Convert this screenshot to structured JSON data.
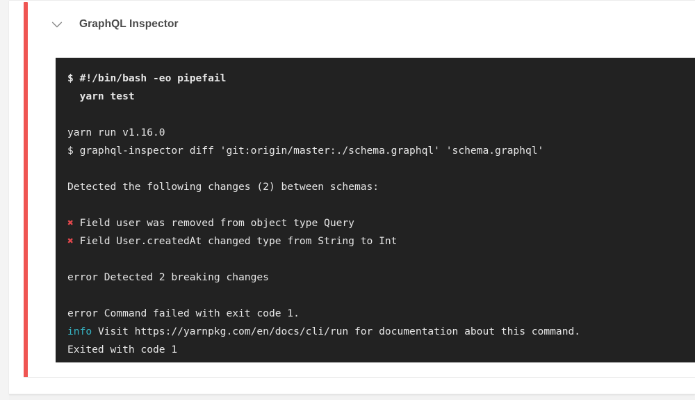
{
  "theme": {
    "page_background": "#f2f2f2",
    "card_background": "#ffffff",
    "accent_color": "#ef5552",
    "terminal_background": "#222222",
    "terminal_text": "#e6e6e6",
    "error_color": "#d9555a",
    "info_color": "#36b5c5",
    "mark_color": "#e5484d",
    "title_color": "#4a4a4a"
  },
  "header": {
    "collapse_icon": "chevron-down-icon",
    "title": "GraphQL Inspector"
  },
  "terminal": {
    "lines": [
      {
        "id": "cmd-shebang",
        "style": "bold",
        "segments": [
          {
            "text": "$ #!/bin/bash -eo pipefail",
            "token": "plain"
          }
        ]
      },
      {
        "id": "cmd-yarn-test",
        "style": "bold",
        "segments": [
          {
            "text": "  yarn test",
            "token": "plain"
          }
        ]
      },
      {
        "id": "spacer-1",
        "style": "blank",
        "segments": [
          {
            "text": " ",
            "token": "plain"
          }
        ]
      },
      {
        "id": "yarn-version",
        "style": "normal",
        "segments": [
          {
            "text": "yarn run v1.16.0",
            "token": "plain"
          }
        ]
      },
      {
        "id": "cmd-inspector-diff",
        "style": "normal",
        "segments": [
          {
            "text": "$ graphql-inspector diff 'git:origin/master:./schema.graphql' 'schema.graphql'",
            "token": "plain"
          }
        ]
      },
      {
        "id": "spacer-2",
        "style": "blank",
        "segments": [
          {
            "text": " ",
            "token": "plain"
          }
        ]
      },
      {
        "id": "detected-summary",
        "style": "normal",
        "segments": [
          {
            "text": "Detected the following changes (2) between schemas:",
            "token": "plain"
          }
        ]
      },
      {
        "id": "spacer-3",
        "style": "blank",
        "segments": [
          {
            "text": " ",
            "token": "plain"
          }
        ]
      },
      {
        "id": "change-1",
        "style": "normal",
        "segments": [
          {
            "text": "✖",
            "token": "mark"
          },
          {
            "text": " Field user was removed from object type Query",
            "token": "plain"
          }
        ]
      },
      {
        "id": "change-2",
        "style": "normal",
        "segments": [
          {
            "text": "✖",
            "token": "mark"
          },
          {
            "text": " Field User.createdAt changed type from String to Int",
            "token": "plain"
          }
        ]
      },
      {
        "id": "spacer-4",
        "style": "blank",
        "segments": [
          {
            "text": " ",
            "token": "plain"
          }
        ]
      },
      {
        "id": "error-breaking",
        "style": "normal",
        "segments": [
          {
            "text": "error",
            "token": "error"
          },
          {
            "text": " Detected 2 breaking changes",
            "token": "plain"
          }
        ]
      },
      {
        "id": "spacer-5",
        "style": "blank",
        "segments": [
          {
            "text": " ",
            "token": "plain"
          }
        ]
      },
      {
        "id": "error-command-failed",
        "style": "normal",
        "segments": [
          {
            "text": "error",
            "token": "error"
          },
          {
            "text": " Command failed with exit code 1.",
            "token": "plain"
          }
        ]
      },
      {
        "id": "info-visit-docs",
        "style": "normal",
        "segments": [
          {
            "text": "info",
            "token": "info"
          },
          {
            "text": " Visit https://yarnpkg.com/en/docs/cli/run for documentation about this command.",
            "token": "plain"
          }
        ]
      },
      {
        "id": "exit-status",
        "style": "normal",
        "segments": [
          {
            "text": "Exited with code 1",
            "token": "plain"
          }
        ]
      }
    ]
  }
}
